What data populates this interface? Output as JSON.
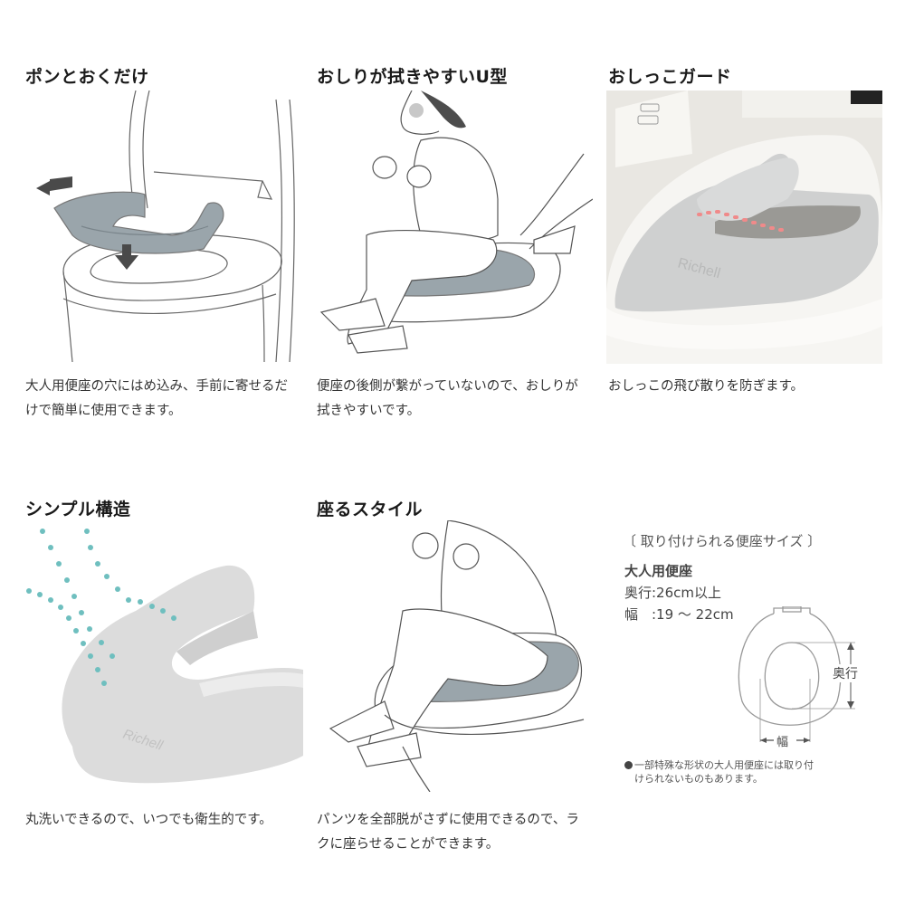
{
  "features": [
    {
      "title": "ポンとおくだけ",
      "description": "大人用便座の穴にはめ込み、手前に寄せるだけで簡単に使用できます。",
      "image": "illustration-seat-placement"
    },
    {
      "title": "おしりが拭きやすいU型",
      "description": "便座の後側が繋がっていないので、おしりが拭きやすいです。",
      "image": "illustration-child-wiping"
    },
    {
      "title": "おしっこガード",
      "description": "おしっこの飛び散りを防ぎます。",
      "image": "photo-pee-guard"
    },
    {
      "title": "シンプル構造",
      "description": "丸洗いできるので、いつでも衛生的です。",
      "image": "photo-seat-washable"
    },
    {
      "title": "座るスタイル",
      "description": "パンツを全部脱がさずに使用できるので、ラクに座らせることができます。",
      "image": "illustration-child-sitting"
    }
  ],
  "spec": {
    "heading": "〔 取り付けられる便座サイズ 〕",
    "subheading": "大人用便座",
    "depth_line": "奥行:26cm以上",
    "width_line": "幅　:19 ～ 22cm",
    "diagram_depth_label": "奥行",
    "diagram_width_label": "幅",
    "note": "一部特殊な形状の大人用便座には取り付けられないものもあります。"
  },
  "brand": "Richell",
  "colors": {
    "seat_gray": "#9aa5ab",
    "arrow_dark": "#4a4a4a",
    "water_drop": "#6fbfbf",
    "guard_dots": "#f08a8a",
    "text": "#222222"
  }
}
